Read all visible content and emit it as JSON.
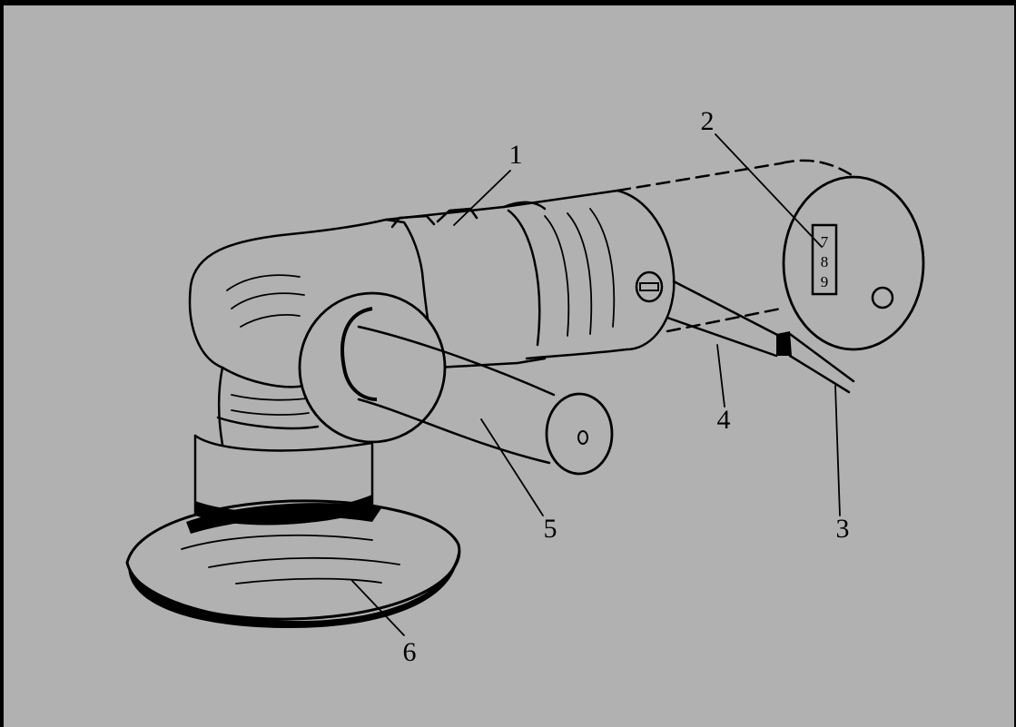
{
  "figure": {
    "callouts": [
      {
        "id": "1",
        "text": "1"
      },
      {
        "id": "2",
        "text": "2"
      },
      {
        "id": "3",
        "text": "3"
      },
      {
        "id": "4",
        "text": "4"
      },
      {
        "id": "5",
        "text": "5"
      },
      {
        "id": "6",
        "text": "6"
      }
    ],
    "speed_dial": [
      "7",
      "8",
      "9"
    ]
  },
  "colors": {
    "background": "#b1b1b1",
    "frame": "#000000",
    "ink": "#000000"
  }
}
